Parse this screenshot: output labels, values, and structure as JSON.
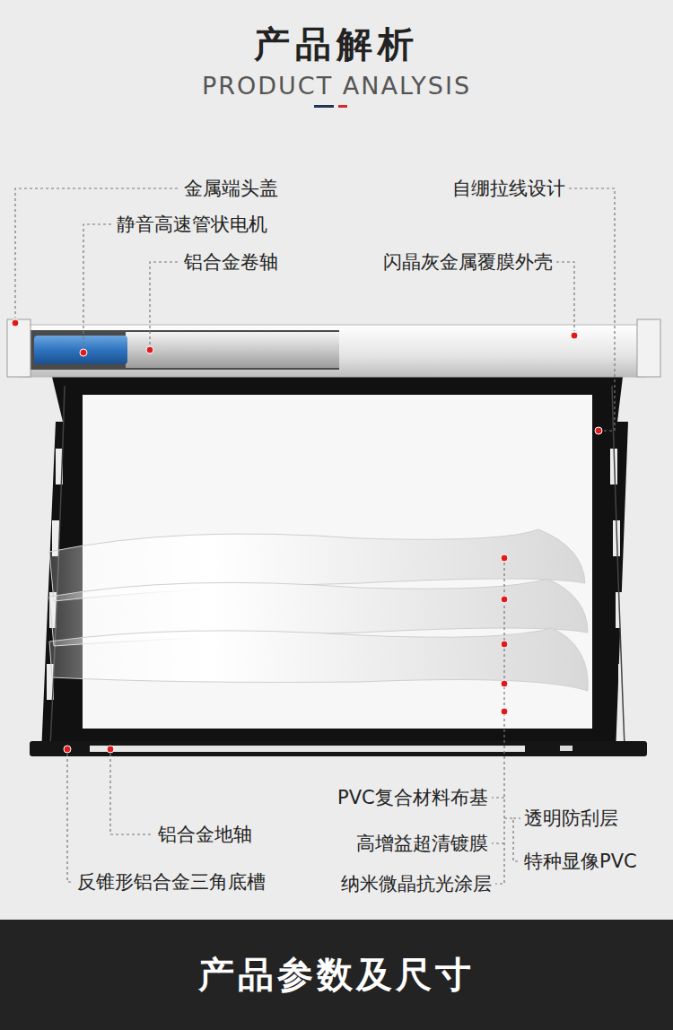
{
  "diagram": {
    "title": "产品解析",
    "nodes": [
      {
        "text": [
          "产品参数及尺寸"
        ]
      }
    ],
    "labels": [
      "PRODUCT ANALYSIS",
      "金属端头盖",
      "自绷拉线设计",
      "静音高速管状电机",
      "铝合金卷轴",
      "闪晶灰金属覆膜外壳",
      "PVC复合材料布基",
      "透明防刮层",
      "铝合金地轴",
      "高增益超清镀膜",
      "特种显像PVC",
      "反锥形铝合金三角底槽",
      "纳米微晶抗光涂层"
    ]
  }
}
